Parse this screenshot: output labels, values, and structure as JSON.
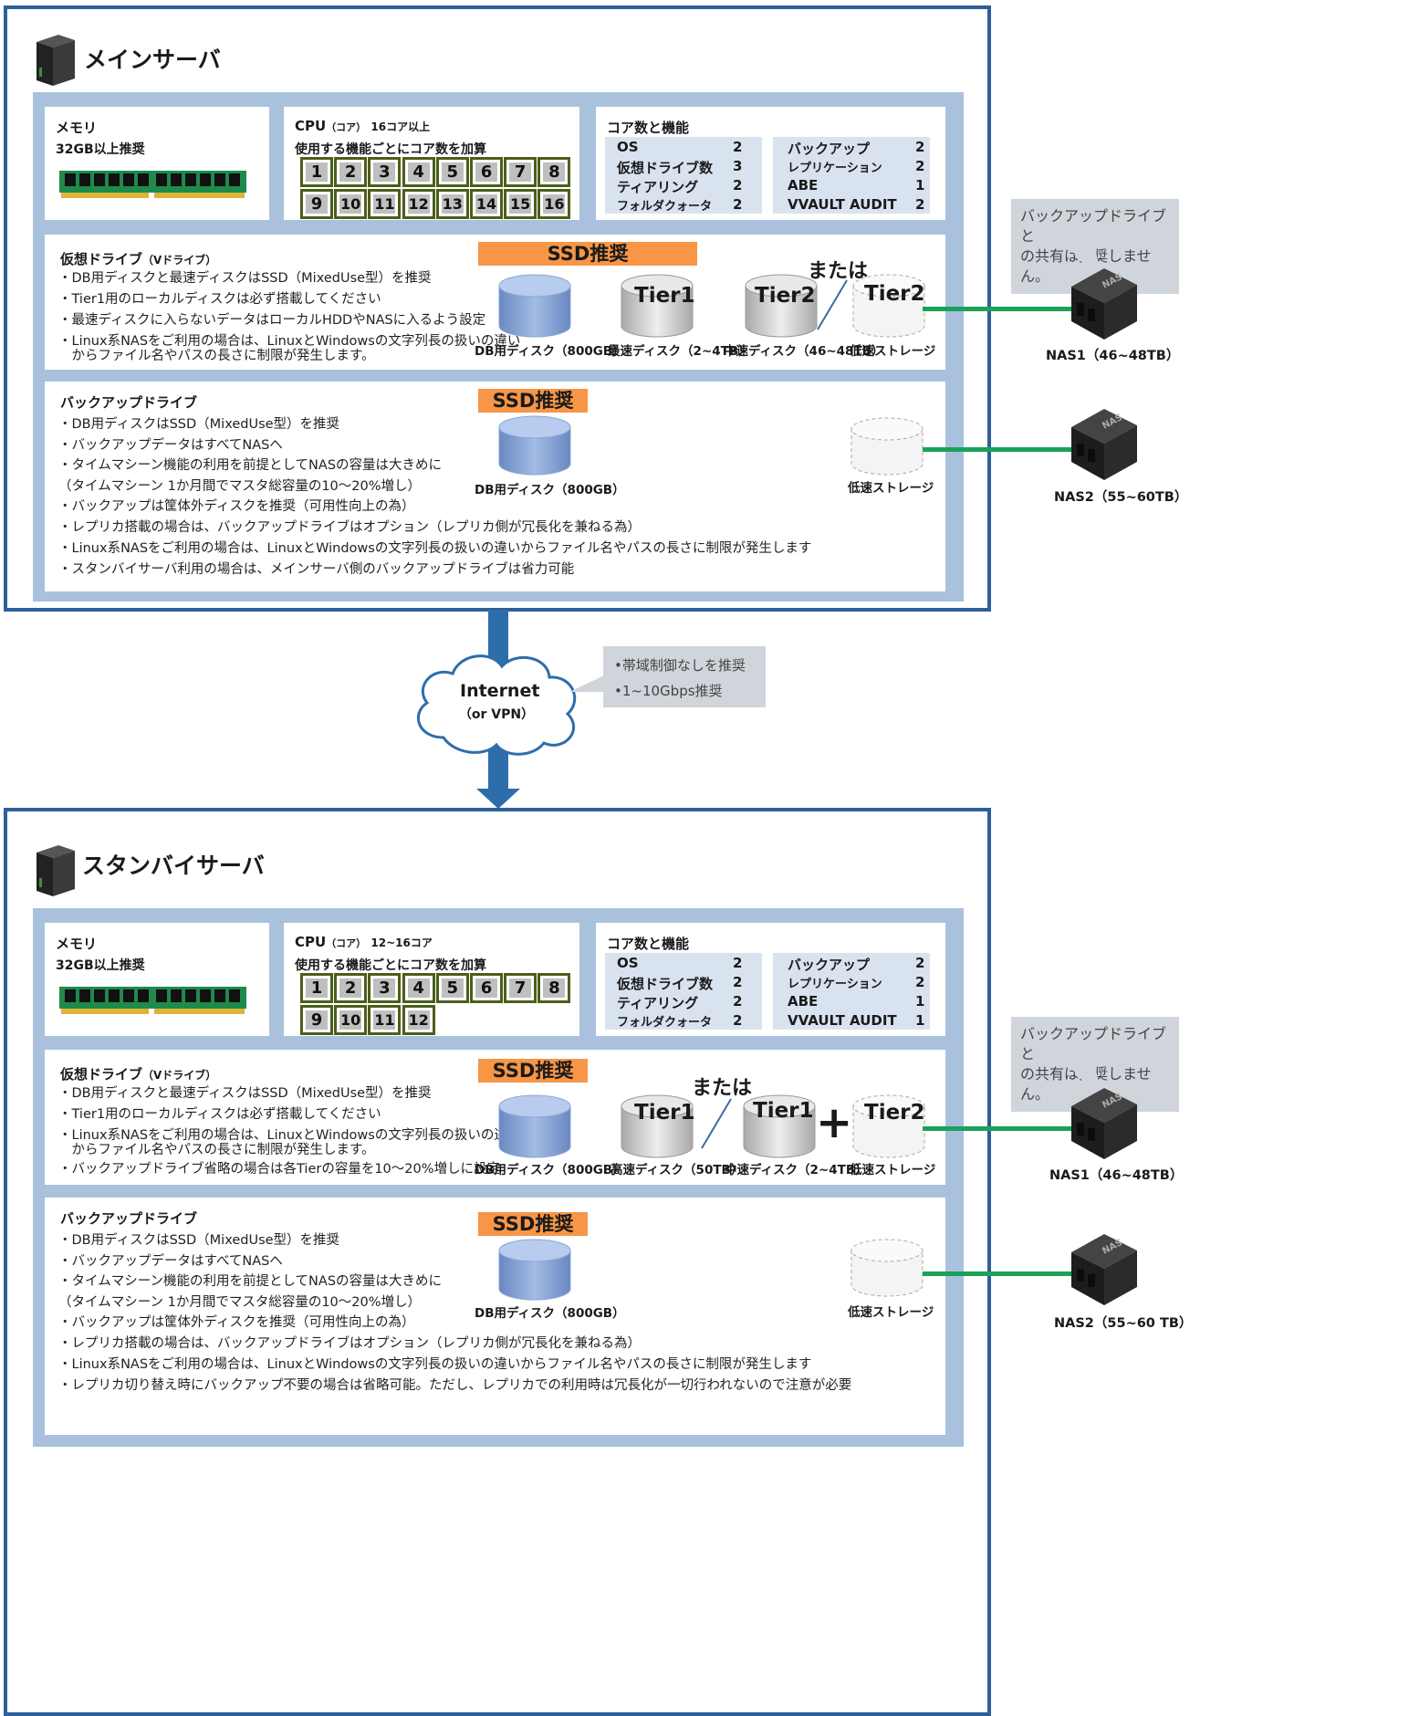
{
  "main": {
    "title": "メインサーバ",
    "memory": {
      "label": "メモリ",
      "note": "32GB以上推奨"
    },
    "cpu": {
      "label": "CPU",
      "sub": "（コア）",
      "count": "16コア以上",
      "note": "使用する機能ごとにコア数を加算",
      "cores": [
        "1",
        "2",
        "3",
        "4",
        "5",
        "6",
        "7",
        "8",
        "9",
        "10",
        "11",
        "12",
        "13",
        "14",
        "15",
        "16"
      ]
    },
    "cores_table": {
      "title": "コア数と機能",
      "left": [
        {
          "name": "OS",
          "value": "2"
        },
        {
          "name": "仮想ドライブ数",
          "value": "3"
        },
        {
          "name": "ティアリング",
          "value": "2"
        },
        {
          "name": "フォルダクォータ",
          "value": "2"
        }
      ],
      "right": [
        {
          "name": "バックアップ",
          "value": "2"
        },
        {
          "name": "レプリケーション",
          "value": "2"
        },
        {
          "name": "ABE",
          "value": "1"
        },
        {
          "name": "VVAULT AUDIT",
          "value": "2"
        }
      ]
    },
    "vdrive": {
      "title": "仮想ドライブ",
      "title_sub": "（Vドライブ）",
      "bullets": [
        "・DB用ディスクと最速ディスクはSSD（MixedUse型）を推奨",
        "・Tier1用のローカルディスクは必ず搭載してください",
        "・最速ディスクに入らないデータはローカルHDDやNASに入るよう設定",
        "・Linux系NASをご利用の場合は、LinuxとWindowsの文字列長の扱いの違い",
        "　からファイル名やパスの長さに制限が発生します。"
      ],
      "ssd_label": "SSD推奨",
      "or_label": "または",
      "disks": [
        {
          "top": "",
          "label": "DB用ディスク（800GB）"
        },
        {
          "top": "Tier1",
          "label": "最速ディスク（2~4TB）"
        },
        {
          "top": "Tier2",
          "label": "中速ディスク（46~48TB）"
        },
        {
          "top": "Tier2",
          "label": "低速ストレージ"
        }
      ]
    },
    "backup": {
      "title": "バックアップドライブ",
      "ssd_label": "SSD推奨",
      "bullets": [
        "・DB用ディスクはSSD（MixedUse型）を推奨",
        "・バックアップデータはすべてNASへ",
        "・タイムマシーン機能の利用を前提としてNASの容量は大きめに",
        "（タイムマシーン 1か月間でマスタ総容量の10〜20%増し）",
        "・バックアップは筐体外ディスクを推奨（可用性向上の為）",
        "・レプリカ搭載の場合は、バックアップドライブはオプション（レプリカ側が冗長化を兼ねる為）",
        "・Linux系NASをご利用の場合は、LinuxとWindowsの文字列長の扱いの違いからファイル名やパスの長さに制限が発生します",
        "・スタンバイサーバ利用の場合は、メインサーバ側のバックアップドライブは省力可能"
      ],
      "db_label": "DB用ディスク（800GB）",
      "slow_label": "低速ストレージ"
    },
    "nas1": "NAS1（46~48TB）",
    "nas2": "NAS2（55~60TB）",
    "callout": [
      "バックアップドライブと",
      "の共有は推奨しません。"
    ]
  },
  "network": {
    "title": "Internet",
    "sub": "（or VPN）",
    "notes": [
      "•帯域制御なしを推奨",
      "•1~10Gbps推奨"
    ]
  },
  "standby": {
    "title": "スタンバイサーバ",
    "memory": {
      "label": "メモリ",
      "note": "32GB以上推奨"
    },
    "cpu": {
      "label": "CPU",
      "sub": "（コア）",
      "count": "12~16コア",
      "note": "使用する機能ごとにコア数を加算",
      "cores": [
        "1",
        "2",
        "3",
        "4",
        "5",
        "6",
        "7",
        "8",
        "9",
        "10",
        "11",
        "12"
      ]
    },
    "cores_table": {
      "title": "コア数と機能",
      "left": [
        {
          "name": "OS",
          "value": "2"
        },
        {
          "name": "仮想ドライブ数",
          "value": "2"
        },
        {
          "name": "ティアリング",
          "value": "2"
        },
        {
          "name": "フォルダクォータ",
          "value": "2"
        }
      ],
      "right": [
        {
          "name": "バックアップ",
          "value": "2"
        },
        {
          "name": "レプリケーション",
          "value": "2"
        },
        {
          "name": "ABE",
          "value": "1"
        },
        {
          "name": "VVAULT AUDIT",
          "value": "1"
        }
      ]
    },
    "vdrive": {
      "title": "仮想ドライブ",
      "title_sub": "（Vドライブ）",
      "bullets": [
        "・DB用ディスクと最速ディスクはSSD（MixedUse型）を推奨",
        "・Tier1用のローカルディスクは必ず搭載してください",
        "・Linux系NASをご利用の場合は、LinuxとWindowsの文字列長の扱いの違い",
        "　からファイル名やパスの長さに制限が発生します。",
        "・バックアップドライブ省略の場合は各Tierの容量を10〜20%増しに設定"
      ],
      "ssd_label": "SSD推奨",
      "or_label": "または",
      "plus": "+",
      "disks": [
        {
          "top": "",
          "label": "DB用ディスク（800GB）"
        },
        {
          "top": "Tier1",
          "label": "高速ディスク（50TB）"
        },
        {
          "top": "Tier1",
          "label": "中速ディスク（2~4TB）"
        },
        {
          "top": "Tier2",
          "label": "低速ストレージ"
        }
      ]
    },
    "backup": {
      "title": "バックアップドライブ",
      "ssd_label": "SSD推奨",
      "bullets": [
        "・DB用ディスクはSSD（MixedUse型）を推奨",
        "・バックアップデータはすべてNASへ",
        "・タイムマシーン機能の利用を前提としてNASの容量は大きめに",
        "（タイムマシーン 1か月間でマスタ総容量の10〜20%増し）",
        "・バックアップは筐体外ディスクを推奨（可用性向上の為）",
        "・レプリカ搭載の場合は、バックアップドライブはオプション（レプリカ側が冗長化を兼ねる為）",
        "・Linux系NASをご利用の場合は、LinuxとWindowsの文字列長の扱いの違いからファイル名やパスの長さに制限が発生します",
        "・レプリカ切り替え時にバックアップ不要の場合は省略可能。ただし、レプリカでの利用時は冗長化が一切行われないので注意が必要"
      ],
      "db_label": "DB用ディスク（800GB）",
      "slow_label": "低速ストレージ"
    },
    "nas1": "NAS1（46~48TB）",
    "nas2": "NAS2（55~60 TB）",
    "callout": [
      "バックアップドライブと",
      "の共有は推奨しません。"
    ]
  },
  "colors": {
    "frame": "#2e5f99",
    "inner": "#a9c1dd",
    "ssd": "#f79646",
    "line": "#1aa15a",
    "ssd_disk": "#6f8fc9"
  }
}
